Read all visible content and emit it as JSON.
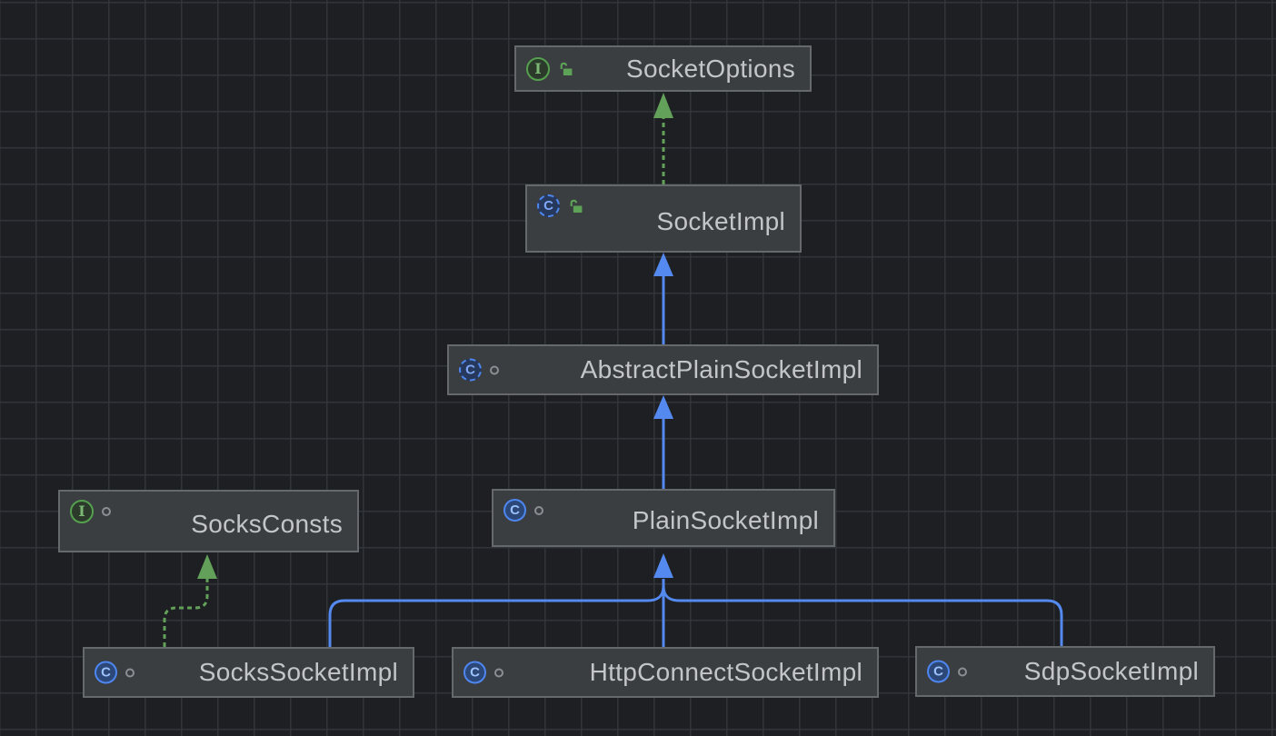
{
  "diagram": {
    "type": "uml-class-diagram",
    "nodes": [
      {
        "id": "SocketOptions",
        "label": "SocketOptions",
        "kind": "interface",
        "modifier_icons": [
          "interface-icon",
          "unlocked-icon"
        ]
      },
      {
        "id": "SocketImpl",
        "label": "SocketImpl",
        "kind": "abstract-class",
        "modifier_icons": [
          "abstract-class-icon",
          "unlocked-icon"
        ]
      },
      {
        "id": "AbstractPlainSocketImpl",
        "label": "AbstractPlainSocketImpl",
        "kind": "abstract-class",
        "modifier_icons": [
          "abstract-class-icon",
          "package-private-icon"
        ]
      },
      {
        "id": "PlainSocketImpl",
        "label": "PlainSocketImpl",
        "kind": "class",
        "modifier_icons": [
          "class-icon",
          "package-private-icon"
        ]
      },
      {
        "id": "SocksConsts",
        "label": "SocksConsts",
        "kind": "interface",
        "modifier_icons": [
          "interface-icon",
          "package-private-icon"
        ]
      },
      {
        "id": "SocksSocketImpl",
        "label": "SocksSocketImpl",
        "kind": "class",
        "modifier_icons": [
          "class-icon",
          "package-private-icon"
        ]
      },
      {
        "id": "HttpConnectSocketImpl",
        "label": "HttpConnectSocketImpl",
        "kind": "class",
        "modifier_icons": [
          "class-icon",
          "package-private-icon"
        ]
      },
      {
        "id": "SdpSocketImpl",
        "label": "SdpSocketImpl",
        "kind": "class",
        "modifier_icons": [
          "class-icon",
          "package-private-icon"
        ]
      }
    ],
    "edges": [
      {
        "from": "SocketImpl",
        "to": "SocketOptions",
        "type": "implements",
        "style": "dashed",
        "color": "#63a05a"
      },
      {
        "from": "AbstractPlainSocketImpl",
        "to": "SocketImpl",
        "type": "extends",
        "style": "solid",
        "color": "#548af0"
      },
      {
        "from": "PlainSocketImpl",
        "to": "AbstractPlainSocketImpl",
        "type": "extends",
        "style": "solid",
        "color": "#548af0"
      },
      {
        "from": "SocksSocketImpl",
        "to": "PlainSocketImpl",
        "type": "extends",
        "style": "solid",
        "color": "#548af0"
      },
      {
        "from": "HttpConnectSocketImpl",
        "to": "PlainSocketImpl",
        "type": "extends",
        "style": "solid",
        "color": "#548af0"
      },
      {
        "from": "SdpSocketImpl",
        "to": "PlainSocketImpl",
        "type": "extends",
        "style": "solid",
        "color": "#548af0"
      },
      {
        "from": "SocksSocketImpl",
        "to": "SocksConsts",
        "type": "implements",
        "style": "dashed",
        "color": "#63a05a"
      }
    ],
    "icon_glyphs": {
      "class_letter": "C",
      "interface_letter": "I"
    },
    "colors": {
      "background": "#1d1f22",
      "grid_line": "#313439",
      "node_fill": "#3b3e41",
      "node_border": "#66696c",
      "node_label": "#c3c5c9",
      "extends_arrow": "#548af0",
      "implements_arrow": "#63a05a",
      "class_icon": "#4e86f0",
      "interface_icon": "#54a04e"
    }
  }
}
